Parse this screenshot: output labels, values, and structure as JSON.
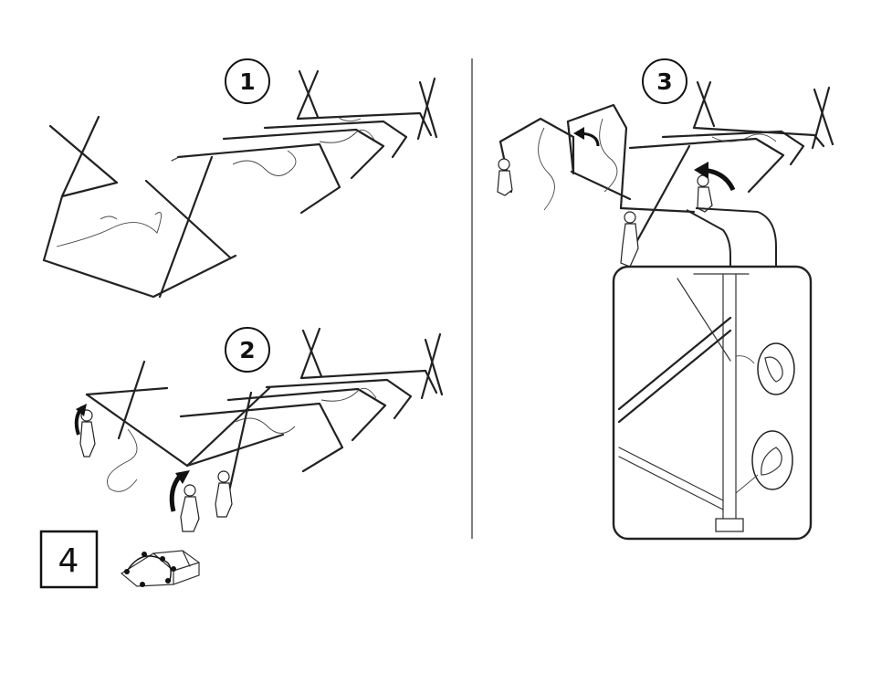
{
  "steps": [
    {
      "number": "1"
    },
    {
      "number": "2"
    },
    {
      "number": "3"
    }
  ],
  "step4": {
    "number": "4"
  },
  "colors": {
    "line": "#222222",
    "background": "#ffffff",
    "divider": "#555555"
  }
}
